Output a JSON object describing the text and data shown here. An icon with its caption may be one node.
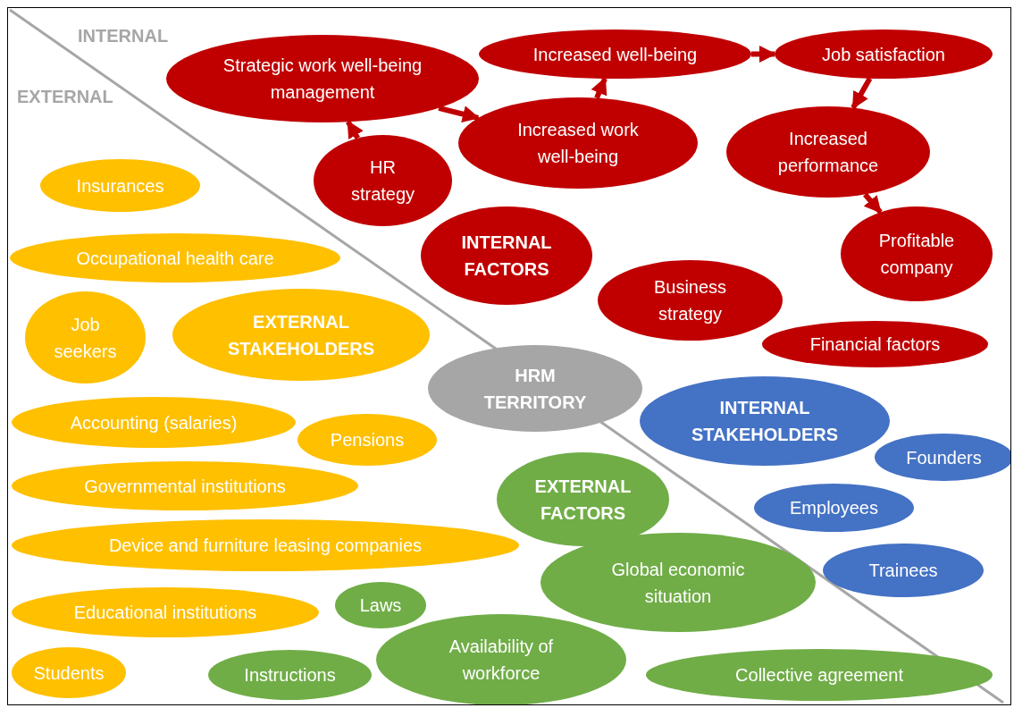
{
  "diagram": {
    "nodes": [
      {
        "text": [
          "Strategic work well-being management"
        ]
      },
      {
        "text": [
          "Increased well-being"
        ]
      },
      {
        "text": [
          "Job satisfaction"
        ]
      },
      {
        "text": [
          "HR strategy"
        ]
      },
      {
        "text": [
          "Increased work well-being"
        ]
      },
      {
        "text": [
          "Increased performance"
        ]
      },
      {
        "text": [
          "INTERNAL FACTORS"
        ]
      },
      {
        "text": [
          "Profitable company"
        ]
      },
      {
        "text": [
          "Business strategy"
        ]
      },
      {
        "text": [
          "Financial factors"
        ]
      },
      {
        "text": [
          "HRM TERRITORY"
        ]
      },
      {
        "text": [
          "Insurances"
        ]
      },
      {
        "text": [
          "Occupational health care"
        ]
      },
      {
        "text": [
          "Job seekers"
        ]
      },
      {
        "text": [
          "EXTERNAL STAKEHOLDERS"
        ]
      },
      {
        "text": [
          "INTERNAL STAKEHOLDERS"
        ]
      },
      {
        "text": [
          "Accounting (salaries)"
        ]
      },
      {
        "text": [
          "Pensions"
        ]
      },
      {
        "text": [
          "Founders"
        ]
      },
      {
        "text": [
          "Governmental institutions"
        ]
      },
      {
        "text": [
          "EXTERNAL FACTORS"
        ]
      },
      {
        "text": [
          "Employees"
        ]
      },
      {
        "text": [
          "Device and furniture leasing companies"
        ]
      },
      {
        "text": [
          "Global economic situation"
        ]
      },
      {
        "text": [
          "Trainees"
        ]
      },
      {
        "text": [
          "Educational institutions"
        ]
      },
      {
        "text": [
          "Laws"
        ]
      },
      {
        "text": [
          "Availability of workforce"
        ]
      },
      {
        "text": [
          "Students"
        ]
      },
      {
        "text": [
          "Instructions"
        ]
      },
      {
        "text": [
          "Collective agreement"
        ]
      }
    ],
    "edges": [
      {
        "from": 3,
        "to": 0,
        "arrow": "to"
      },
      {
        "from": 0,
        "to": 4,
        "arrow": "to"
      },
      {
        "from": 4,
        "to": 1,
        "arrow": "to"
      },
      {
        "from": 1,
        "to": 2,
        "arrow": "to"
      },
      {
        "from": 2,
        "to": 5,
        "arrow": "to"
      },
      {
        "from": 5,
        "to": 7,
        "arrow": "to"
      }
    ],
    "labels": [
      "INTERNAL",
      "EXTERNAL"
    ]
  }
}
